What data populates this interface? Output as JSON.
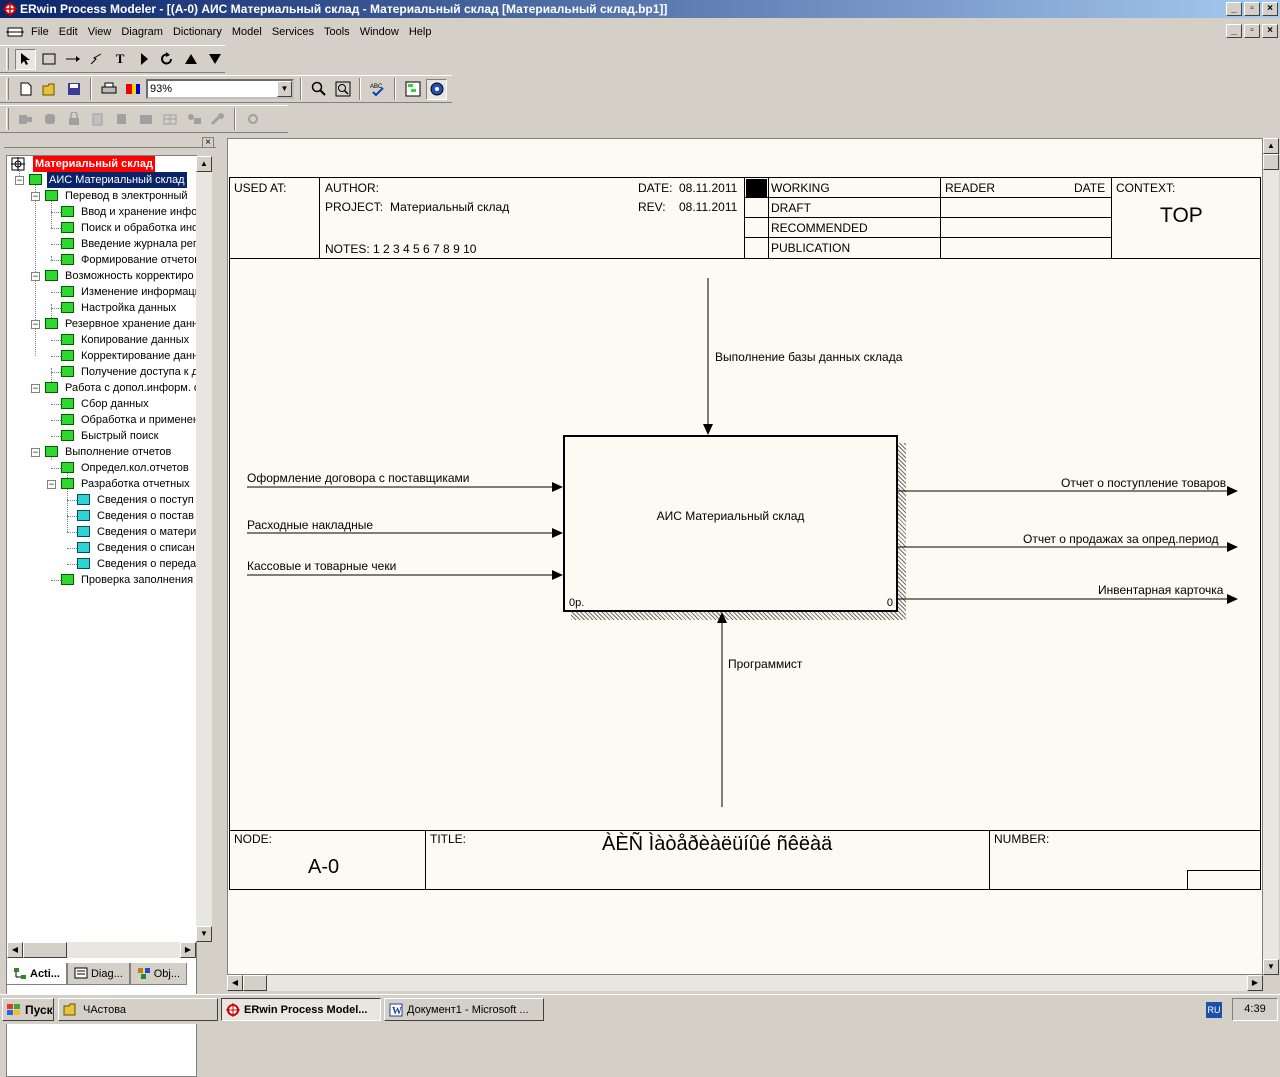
{
  "window": {
    "title": "ERwin Process Modeler - [(A-0) АИС Материальный склад - Материальный склад  [Материальный склад.bp1]]",
    "buttons": {
      "minimize": "_",
      "maximize": "▫",
      "close": "×"
    }
  },
  "menu": [
    "File",
    "Edit",
    "View",
    "Diagram",
    "Dictionary",
    "Model",
    "Services",
    "Tools",
    "Window",
    "Help"
  ],
  "toolbar": {
    "zoom_value": "93%"
  },
  "tree": {
    "root": "Материальный склад",
    "items": [
      {
        "label": "АИС Материальный склад",
        "level": 0,
        "selected": true,
        "expander": "−"
      },
      {
        "label": "Перевод  в  электронный",
        "level": 1,
        "expander": "−"
      },
      {
        "label": "Ввод и хранение  информ",
        "level": 2
      },
      {
        "label": "Поиск и обработка  инфо",
        "level": 2
      },
      {
        "label": "Введение журнала  регис",
        "level": 2
      },
      {
        "label": "Формирование отчетов",
        "level": 2
      },
      {
        "label": "Возможность  корректиро",
        "level": 1,
        "expander": "−"
      },
      {
        "label": "Изменение информации",
        "level": 2
      },
      {
        "label": "Настройка данных",
        "level": 2
      },
      {
        "label": "Резервное хранение  данн",
        "level": 1,
        "expander": "−"
      },
      {
        "label": "Копирование   данных",
        "level": 2
      },
      {
        "label": "Корректирование данны",
        "level": 2
      },
      {
        "label": "Получение доступа к дан",
        "level": 2
      },
      {
        "label": "Работа с допол.информ. о",
        "level": 1,
        "expander": "−"
      },
      {
        "label": "Сбор данных",
        "level": 2
      },
      {
        "label": "Обработка и применение",
        "level": 2
      },
      {
        "label": "Быстрый поиск",
        "level": 2
      },
      {
        "label": "Выполнение  отчетов",
        "level": 1,
        "expander": "−"
      },
      {
        "label": "Определ.кол.отчетов",
        "level": 2
      },
      {
        "label": "Разработка отчетных",
        "level": 2,
        "expander": "−"
      },
      {
        "label": "Сведения о  поступ",
        "level": 3,
        "cyan": true
      },
      {
        "label": "Сведения  о  постав",
        "level": 3,
        "cyan": true
      },
      {
        "label": "Сведения о  матери",
        "level": 3,
        "cyan": true
      },
      {
        "label": "Сведения о  списан",
        "level": 3,
        "cyan": true
      },
      {
        "label": "Сведения о   переда",
        "level": 3,
        "cyan": true
      },
      {
        "label": "Проверка заполнения",
        "level": 2
      }
    ]
  },
  "tabs": [
    {
      "label": "Acti...",
      "icon": "activity-tab-icon",
      "active": true
    },
    {
      "label": "Diag...",
      "icon": "diagram-tab-icon",
      "active": false
    },
    {
      "label": "Obj...",
      "icon": "objects-tab-icon",
      "active": false
    }
  ],
  "frame": {
    "used_at": "USED AT:",
    "author": "AUTHOR:",
    "project_label": "PROJECT:",
    "project_value": "Материальный склад",
    "notes": "NOTES:  1  2  3  4  5  6  7  8  9  10",
    "date_label": "DATE:",
    "date_value": "08.11.2011",
    "rev_label": "REV:",
    "rev_value": "08.11.2011",
    "status": [
      "WORKING",
      "DRAFT",
      "RECOMMENDED",
      "PUBLICATION"
    ],
    "reader": "READER",
    "reader_date": "DATE",
    "context": "CONTEXT:",
    "context_value": "TOP",
    "node_label": "NODE:",
    "node_value": "A-0",
    "title_label": "TITLE:",
    "title_value": "ÀÈÑ Ìàòåðèàëüíûé ñêëàä",
    "number_label": "NUMBER:"
  },
  "diagram": {
    "box_label": "АИС Материальный склад",
    "box_cost": "0р.",
    "box_number": "0",
    "control": "Выполнение базы данных склада",
    "inputs": [
      "Оформление договора с поставщиками",
      "Расходные накладные",
      "Кассовые и товарные чеки"
    ],
    "outputs": [
      "Отчет о поступление товаров",
      "Отчет о продажах за опред.период",
      "Инвентарная карточка"
    ],
    "mechanism": "Программист"
  },
  "taskbar": {
    "start": "Пуск",
    "tasks": [
      {
        "label": "ЧАстова",
        "icon": "folder-icon",
        "active": false
      },
      {
        "label": "ERwin Process Model...",
        "icon": "erwin-icon",
        "active": true
      },
      {
        "label": "Документ1 - Microsoft ...",
        "icon": "word-icon",
        "active": false
      }
    ],
    "lang": "RU",
    "clock": "4:39"
  }
}
